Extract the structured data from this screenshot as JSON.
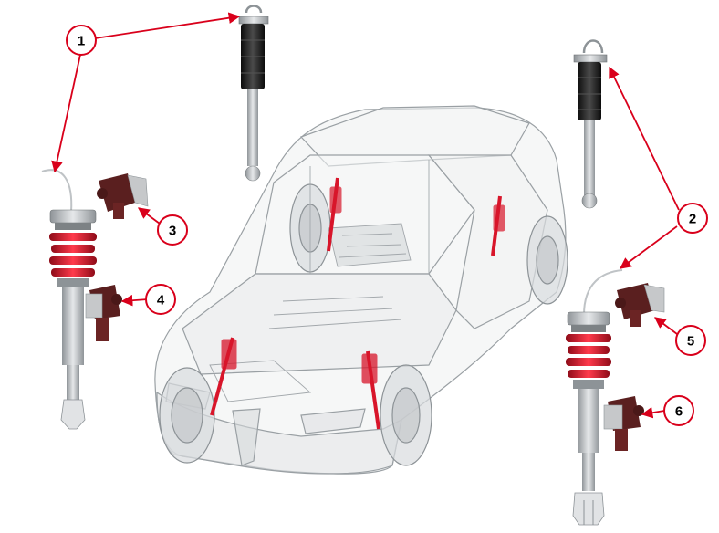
{
  "colors": {
    "callout": "#d9001b",
    "spring": "#d8152a",
    "damper_body": "#1c1c1c",
    "rod": "#c9cdd0",
    "sensor_body": "#5a1f1f",
    "sensor_cap": "#c6c8ca",
    "car_line": "#9aa0a4",
    "car_fill": "#eef0f1"
  },
  "callouts": [
    {
      "label": "1"
    },
    {
      "label": "2"
    },
    {
      "label": "3"
    },
    {
      "label": "4"
    },
    {
      "label": "5"
    },
    {
      "label": "6"
    }
  ]
}
